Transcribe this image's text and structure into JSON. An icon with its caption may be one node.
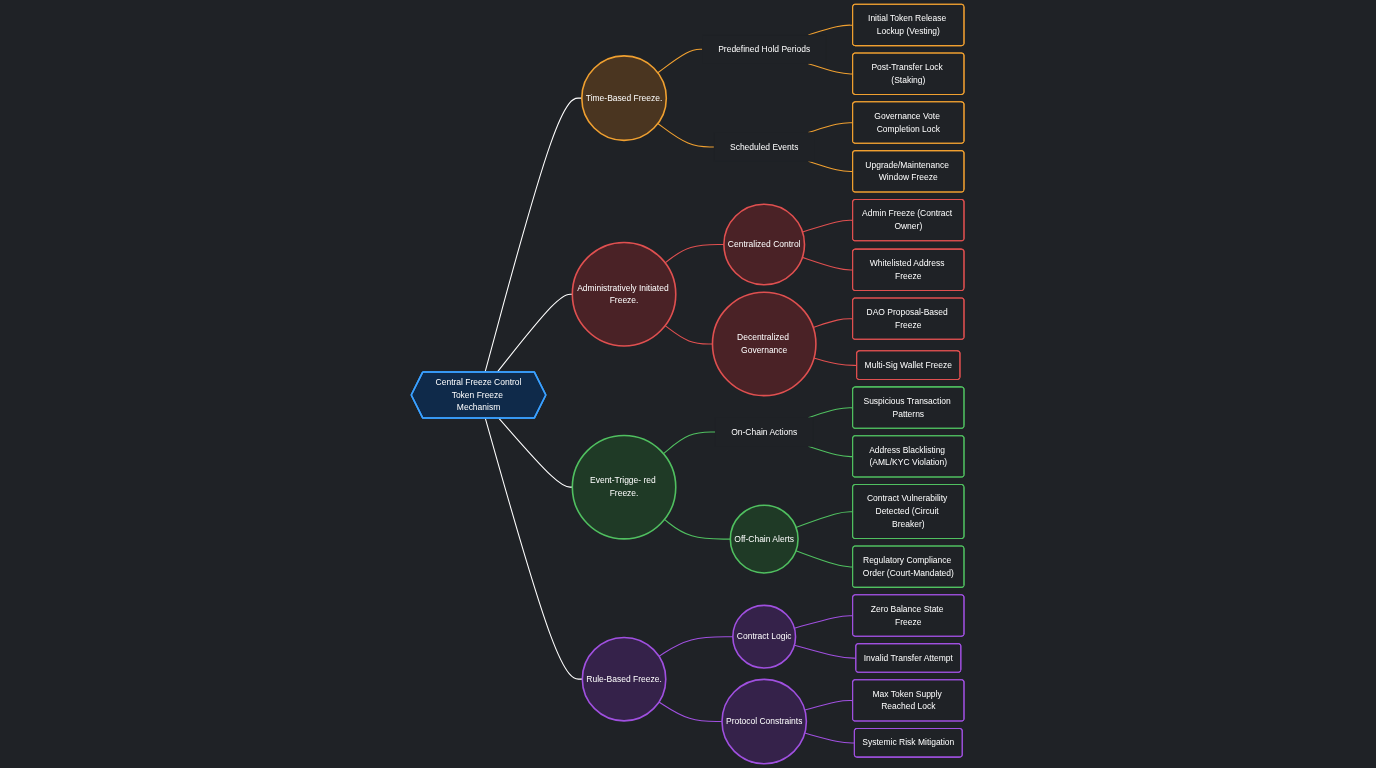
{
  "diagram": {
    "nodes": [
      {
        "text": [
          "Central Freeze Control",
          "Token Freeze Mechanism"
        ]
      },
      {
        "text": [
          "Time-Based Freeze."
        ]
      },
      {
        "text": [
          "Predefined Hold Periods"
        ]
      },
      {
        "text": [
          "Initial Token Release Lockup (Vesting)"
        ]
      },
      {
        "text": [
          "Post-Transfer Lock (Staking)"
        ]
      },
      {
        "text": [
          "Scheduled Events"
        ]
      },
      {
        "text": [
          "Governance Vote Completion Lock"
        ]
      },
      {
        "text": [
          "Upgrade/Maintenance Window Freeze"
        ]
      },
      {
        "text": [
          "Administratively Initiated Freeze."
        ]
      },
      {
        "text": [
          "Centralized Control"
        ]
      },
      {
        "text": [
          "Admin Freeze (Contract Owner)"
        ]
      },
      {
        "text": [
          "Whitelisted Address Freeze"
        ]
      },
      {
        "text": [
          "Decentralized Governance"
        ]
      },
      {
        "text": [
          "DAO Proposal-Based Freeze"
        ]
      },
      {
        "text": [
          "Multi-Sig Wallet Freeze"
        ]
      },
      {
        "text": [
          "Event-Trigge- red Freeze."
        ]
      },
      {
        "text": [
          "On-Chain Actions"
        ]
      },
      {
        "text": [
          "Suspicious Transaction Patterns"
        ]
      },
      {
        "text": [
          "Address Blacklisting (AML/KYC Violation)"
        ]
      },
      {
        "text": [
          "Off-Chain Alerts"
        ]
      },
      {
        "text": [
          "Contract Vulnerability Detected (Circuit Breaker)"
        ]
      },
      {
        "text": [
          "Regulatory Compliance Order (Court-Mandated)"
        ]
      },
      {
        "text": [
          "Rule-Based Freeze."
        ]
      },
      {
        "text": [
          "Contract Logic"
        ]
      },
      {
        "text": [
          "Zero Balance State Freeze"
        ]
      },
      {
        "text": [
          "Invalid Transfer Attempt"
        ]
      },
      {
        "text": [
          "Protocol Constraints"
        ]
      },
      {
        "text": [
          "Max Token Supply Reached Lock"
        ]
      },
      {
        "text": [
          "Systemic Risk Mitigation"
        ]
      }
    ],
    "edges": [
      {
        "from": 0,
        "to": 1,
        "arrow": "none",
        "color": "#ffffff"
      },
      {
        "from": 1,
        "to": 2,
        "arrow": "none",
        "color": "#f0a030"
      },
      {
        "from": 2,
        "to": 3,
        "arrow": "none",
        "color": "#f0a030"
      },
      {
        "from": 2,
        "to": 4,
        "arrow": "none",
        "color": "#f0a030"
      },
      {
        "from": 1,
        "to": 5,
        "arrow": "none",
        "color": "#f0a030"
      },
      {
        "from": 5,
        "to": 6,
        "arrow": "none",
        "color": "#f0a030"
      },
      {
        "from": 5,
        "to": 7,
        "arrow": "none",
        "color": "#f0a030"
      },
      {
        "from": 0,
        "to": 8,
        "arrow": "none",
        "color": "#ffffff"
      },
      {
        "from": 8,
        "to": 9,
        "arrow": "none",
        "color": "#e05050"
      },
      {
        "from": 9,
        "to": 10,
        "arrow": "none",
        "color": "#e05050"
      },
      {
        "from": 9,
        "to": 11,
        "arrow": "none",
        "color": "#e05050"
      },
      {
        "from": 8,
        "to": 12,
        "arrow": "none",
        "color": "#e05050"
      },
      {
        "from": 12,
        "to": 13,
        "arrow": "none",
        "color": "#e05050"
      },
      {
        "from": 12,
        "to": 14,
        "arrow": "none",
        "color": "#e05050"
      },
      {
        "from": 0,
        "to": 15,
        "arrow": "none",
        "color": "#ffffff"
      },
      {
        "from": 15,
        "to": 16,
        "arrow": "none",
        "color": "#50c060"
      },
      {
        "from": 16,
        "to": 17,
        "arrow": "none",
        "color": "#50c060"
      },
      {
        "from": 16,
        "to": 18,
        "arrow": "none",
        "color": "#50c060"
      },
      {
        "from": 15,
        "to": 19,
        "arrow": "none",
        "color": "#50c060"
      },
      {
        "from": 19,
        "to": 20,
        "arrow": "none",
        "color": "#50c060"
      },
      {
        "from": 19,
        "to": 21,
        "arrow": "none",
        "color": "#50c060"
      },
      {
        "from": 0,
        "to": 22,
        "arrow": "none",
        "color": "#ffffff"
      },
      {
        "from": 22,
        "to": 23,
        "arrow": "none",
        "color": "#a050e0"
      },
      {
        "from": 23,
        "to": 24,
        "arrow": "none",
        "color": "#a050e0"
      },
      {
        "from": 23,
        "to": 25,
        "arrow": "none",
        "color": "#a050e0"
      },
      {
        "from": 22,
        "to": 26,
        "arrow": "none",
        "color": "#a050e0"
      },
      {
        "from": 26,
        "to": 27,
        "arrow": "none",
        "color": "#a050e0"
      },
      {
        "from": 26,
        "to": 28,
        "arrow": "none",
        "color": "#a050e0"
      }
    ]
  }
}
